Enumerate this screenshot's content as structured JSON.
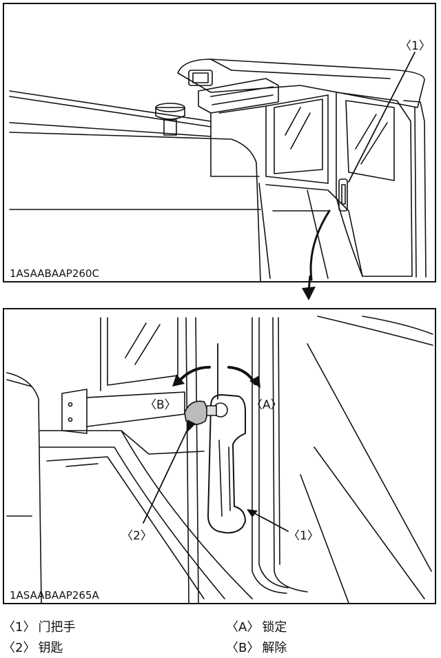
{
  "top_figure": {
    "code": "1ASAABAAP260C",
    "callout_1": "〈1〉"
  },
  "bottom_figure": {
    "code": "1ASAABAAP265A",
    "callout_1": "〈1〉",
    "callout_2": "〈2〉",
    "callout_A": "〈A〉",
    "callout_B": "〈B〉"
  },
  "legend": [
    {
      "mark": "〈1〉",
      "text": "门把手"
    },
    {
      "mark": "〈2〉",
      "text": "钥匙"
    },
    {
      "mark": "〈A〉",
      "text": "锁定"
    },
    {
      "mark": "〈B〉",
      "text": "解除"
    }
  ]
}
